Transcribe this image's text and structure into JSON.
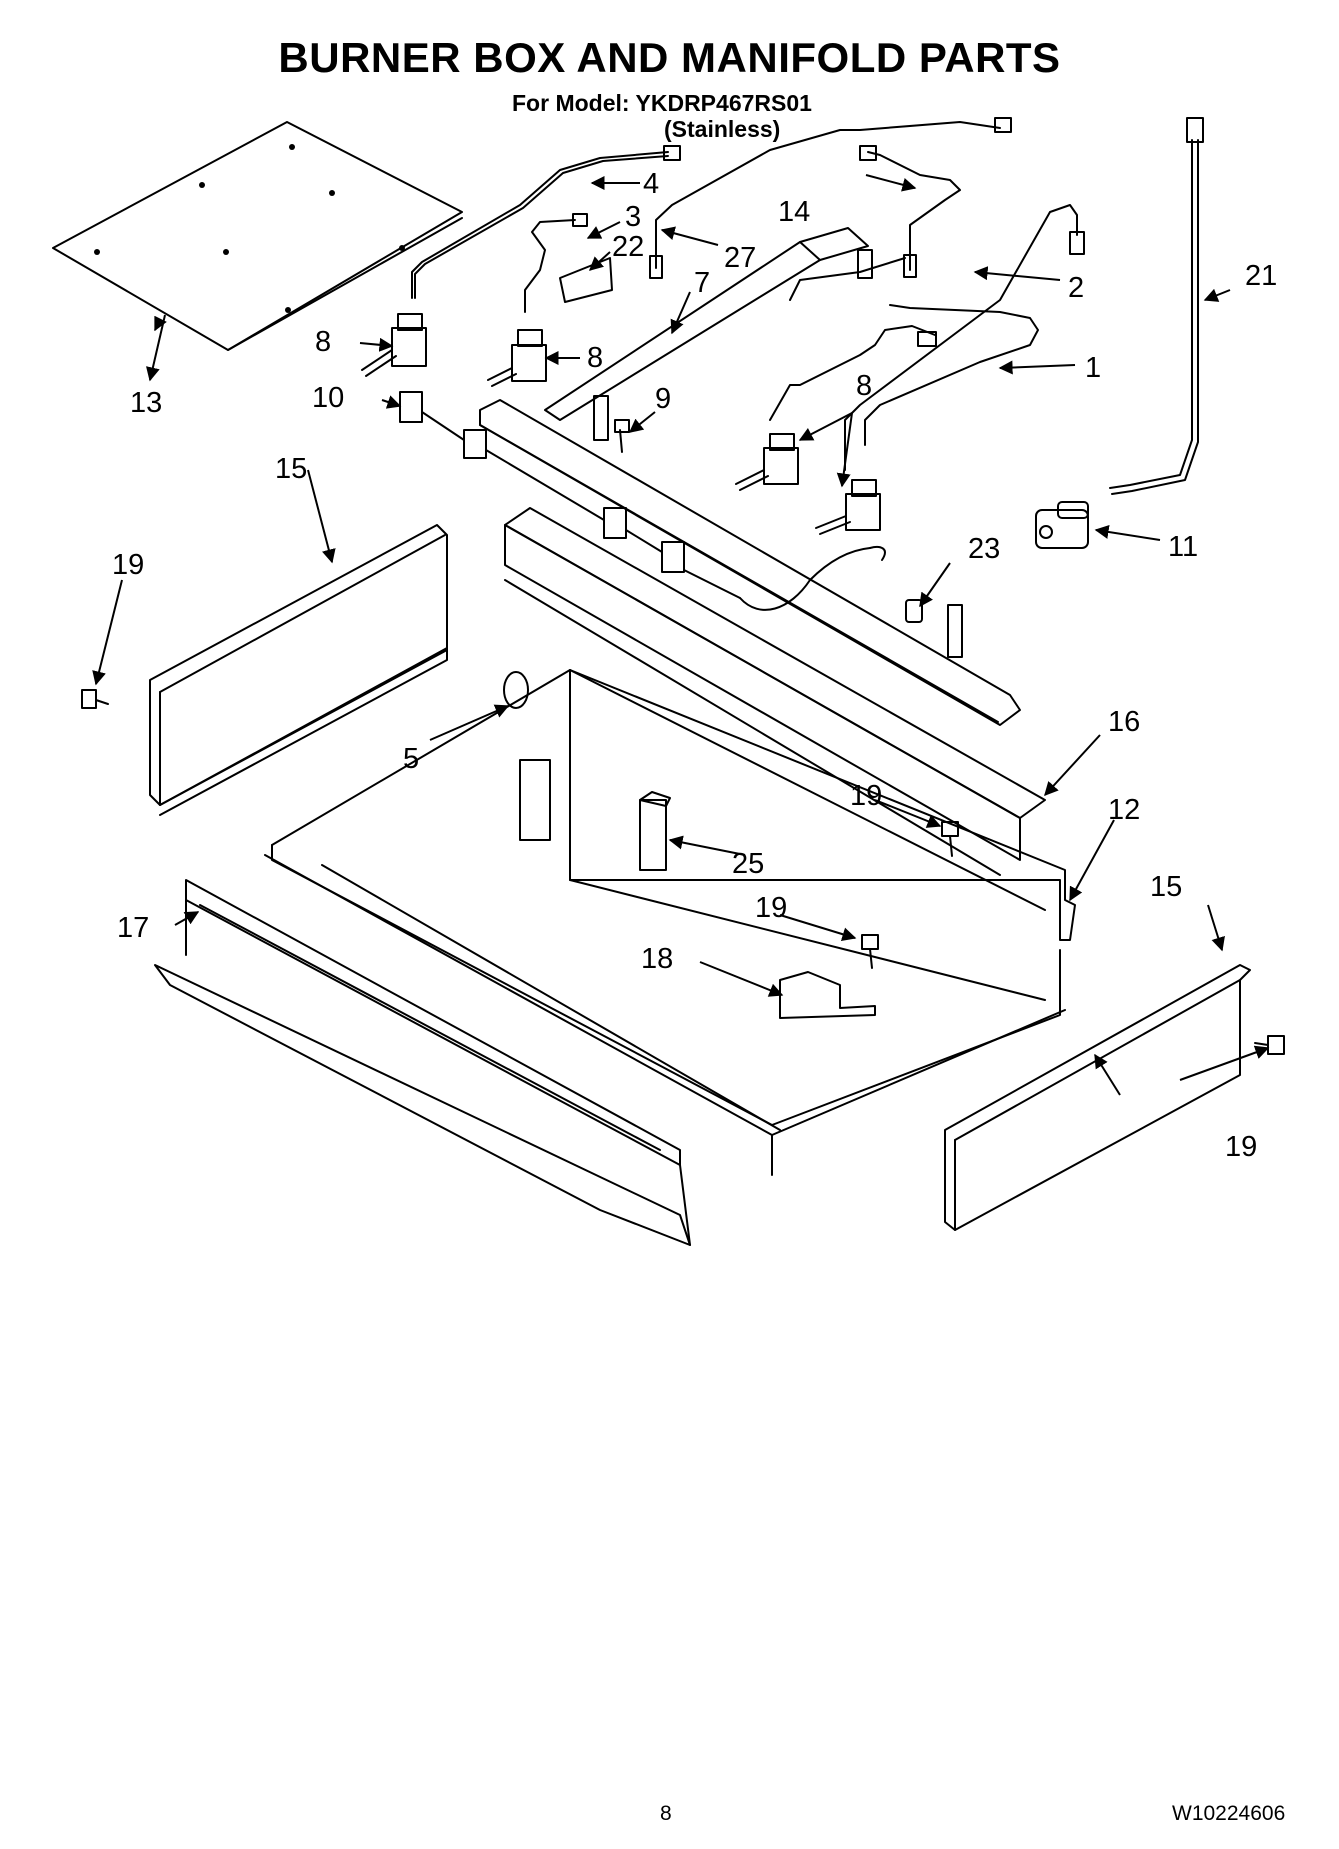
{
  "header": {
    "title": "BURNER BOX AND MANIFOLD PARTS",
    "model_line": "For Model: YKDRP467RS01",
    "finish_line": "(Stainless)"
  },
  "callouts": {
    "c1": "1",
    "c2": "2",
    "c3": "3",
    "c4": "4",
    "c5": "5",
    "c7": "7",
    "c8a": "8",
    "c8b": "8",
    "c8c": "8",
    "c9": "9",
    "c10": "10",
    "c11": "11",
    "c12": "12",
    "c13": "13",
    "c14": "14",
    "c15a": "15",
    "c15b": "15",
    "c16": "16",
    "c17": "17",
    "c18": "18",
    "c19a": "19",
    "c19b": "19",
    "c19c": "19",
    "c19d": "19",
    "c21": "21",
    "c22": "22",
    "c23": "23",
    "c25": "25",
    "c27": "27"
  },
  "footer": {
    "page_number": "8",
    "document_number": "W10224606"
  }
}
